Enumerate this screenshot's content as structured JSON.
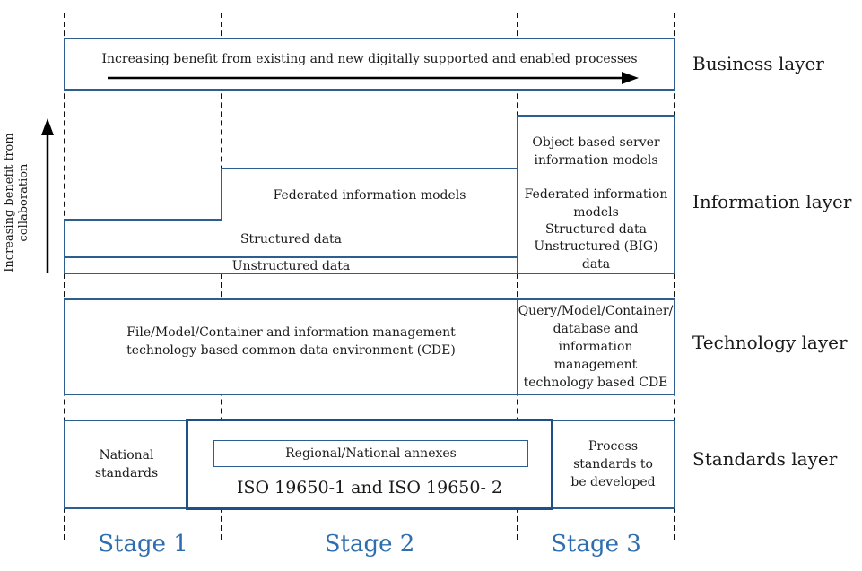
{
  "business": {
    "text": "Increasing benefit from existing and new digitally supported and enabled processes"
  },
  "vertical_arrow_label": "Increasing benefit from collaboration",
  "information": {
    "federated": "Federated information models",
    "structured": "Structured data",
    "unstructured": "Unstructured data",
    "stage3_object": "Object based server information models",
    "stage3_federated": "Federated information models",
    "stage3_structured": "Structured data",
    "stage3_unstructured": "Unstructured (BIG) data"
  },
  "technology": {
    "main": "File/Model/Container and information management technology based common data environment (CDE)",
    "stage3": "Query/Model/Container/ database and information management technology based CDE"
  },
  "standards": {
    "national": "National standards",
    "regional": "Regional/National annexes",
    "iso": "ISO 19650-1 and ISO 19650- 2",
    "process": "Process standards to be developed"
  },
  "layers": [
    "Business layer",
    "Information layer",
    "Technology layer",
    "Standards layer"
  ],
  "stages": [
    "Stage 1",
    "Stage 2",
    "Stage 3"
  ],
  "colors": {
    "box_border": "#2e5e8f",
    "iso_border": "#1e4f86",
    "stage_text": "#2e6eb0"
  }
}
